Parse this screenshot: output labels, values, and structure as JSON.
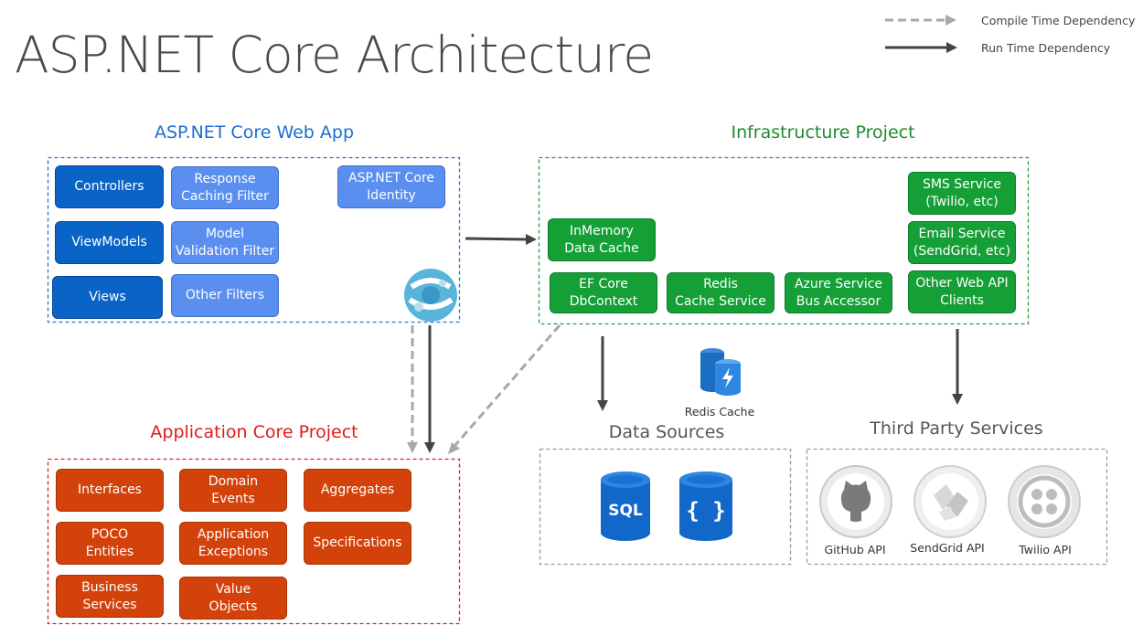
{
  "title": "ASP.NET Core Architecture",
  "legend": {
    "compile_time": "Compile Time Dependency",
    "run_time": "Run Time Dependency"
  },
  "web_app": {
    "title": "ASP.NET Core Web App",
    "controllers": "Controllers",
    "response_caching_filter": "Response\nCaching Filter",
    "identity": "ASP.NET Core\nIdentity",
    "viewmodels": "ViewModels",
    "model_validation_filter": "Model\nValidation Filter",
    "views": "Views",
    "other_filters": "Other Filters"
  },
  "infrastructure": {
    "title": "Infrastructure Project",
    "inmemory_cache": "InMemory\nData Cache",
    "ef_core": "EF Core\nDbContext",
    "redis_service": "Redis\nCache Service",
    "azure_bus": "Azure Service\nBus Accessor",
    "sms_service": "SMS Service\n(Twilio, etc)",
    "email_service": "Email Service\n(SendGrid, etc)",
    "other_web_api": "Other Web API\nClients"
  },
  "core": {
    "title": "Application Core Project",
    "interfaces": "Interfaces",
    "domain_events": "Domain\nEvents",
    "aggregates": "Aggregates",
    "poco_entities": "POCO\nEntities",
    "app_exceptions": "Application\nExceptions",
    "specifications": "Specifications",
    "business_services": "Business\nServices",
    "value_objects": "Value\nObjects"
  },
  "data_sources": {
    "title": "Data Sources",
    "redis_cache": "Redis Cache",
    "sql_label": "SQL",
    "nosql_label": "{ }"
  },
  "third_party": {
    "title": "Third Party Services",
    "github": "GitHub API",
    "sendgrid": "SendGrid API",
    "twilio": "Twilio API"
  },
  "colors": {
    "web_app_title": "#1a6fd0",
    "infrastructure_title": "#1e8c2e",
    "core_title": "#e01b1b",
    "data_sources_title": "#555555",
    "third_party_title": "#555555"
  }
}
